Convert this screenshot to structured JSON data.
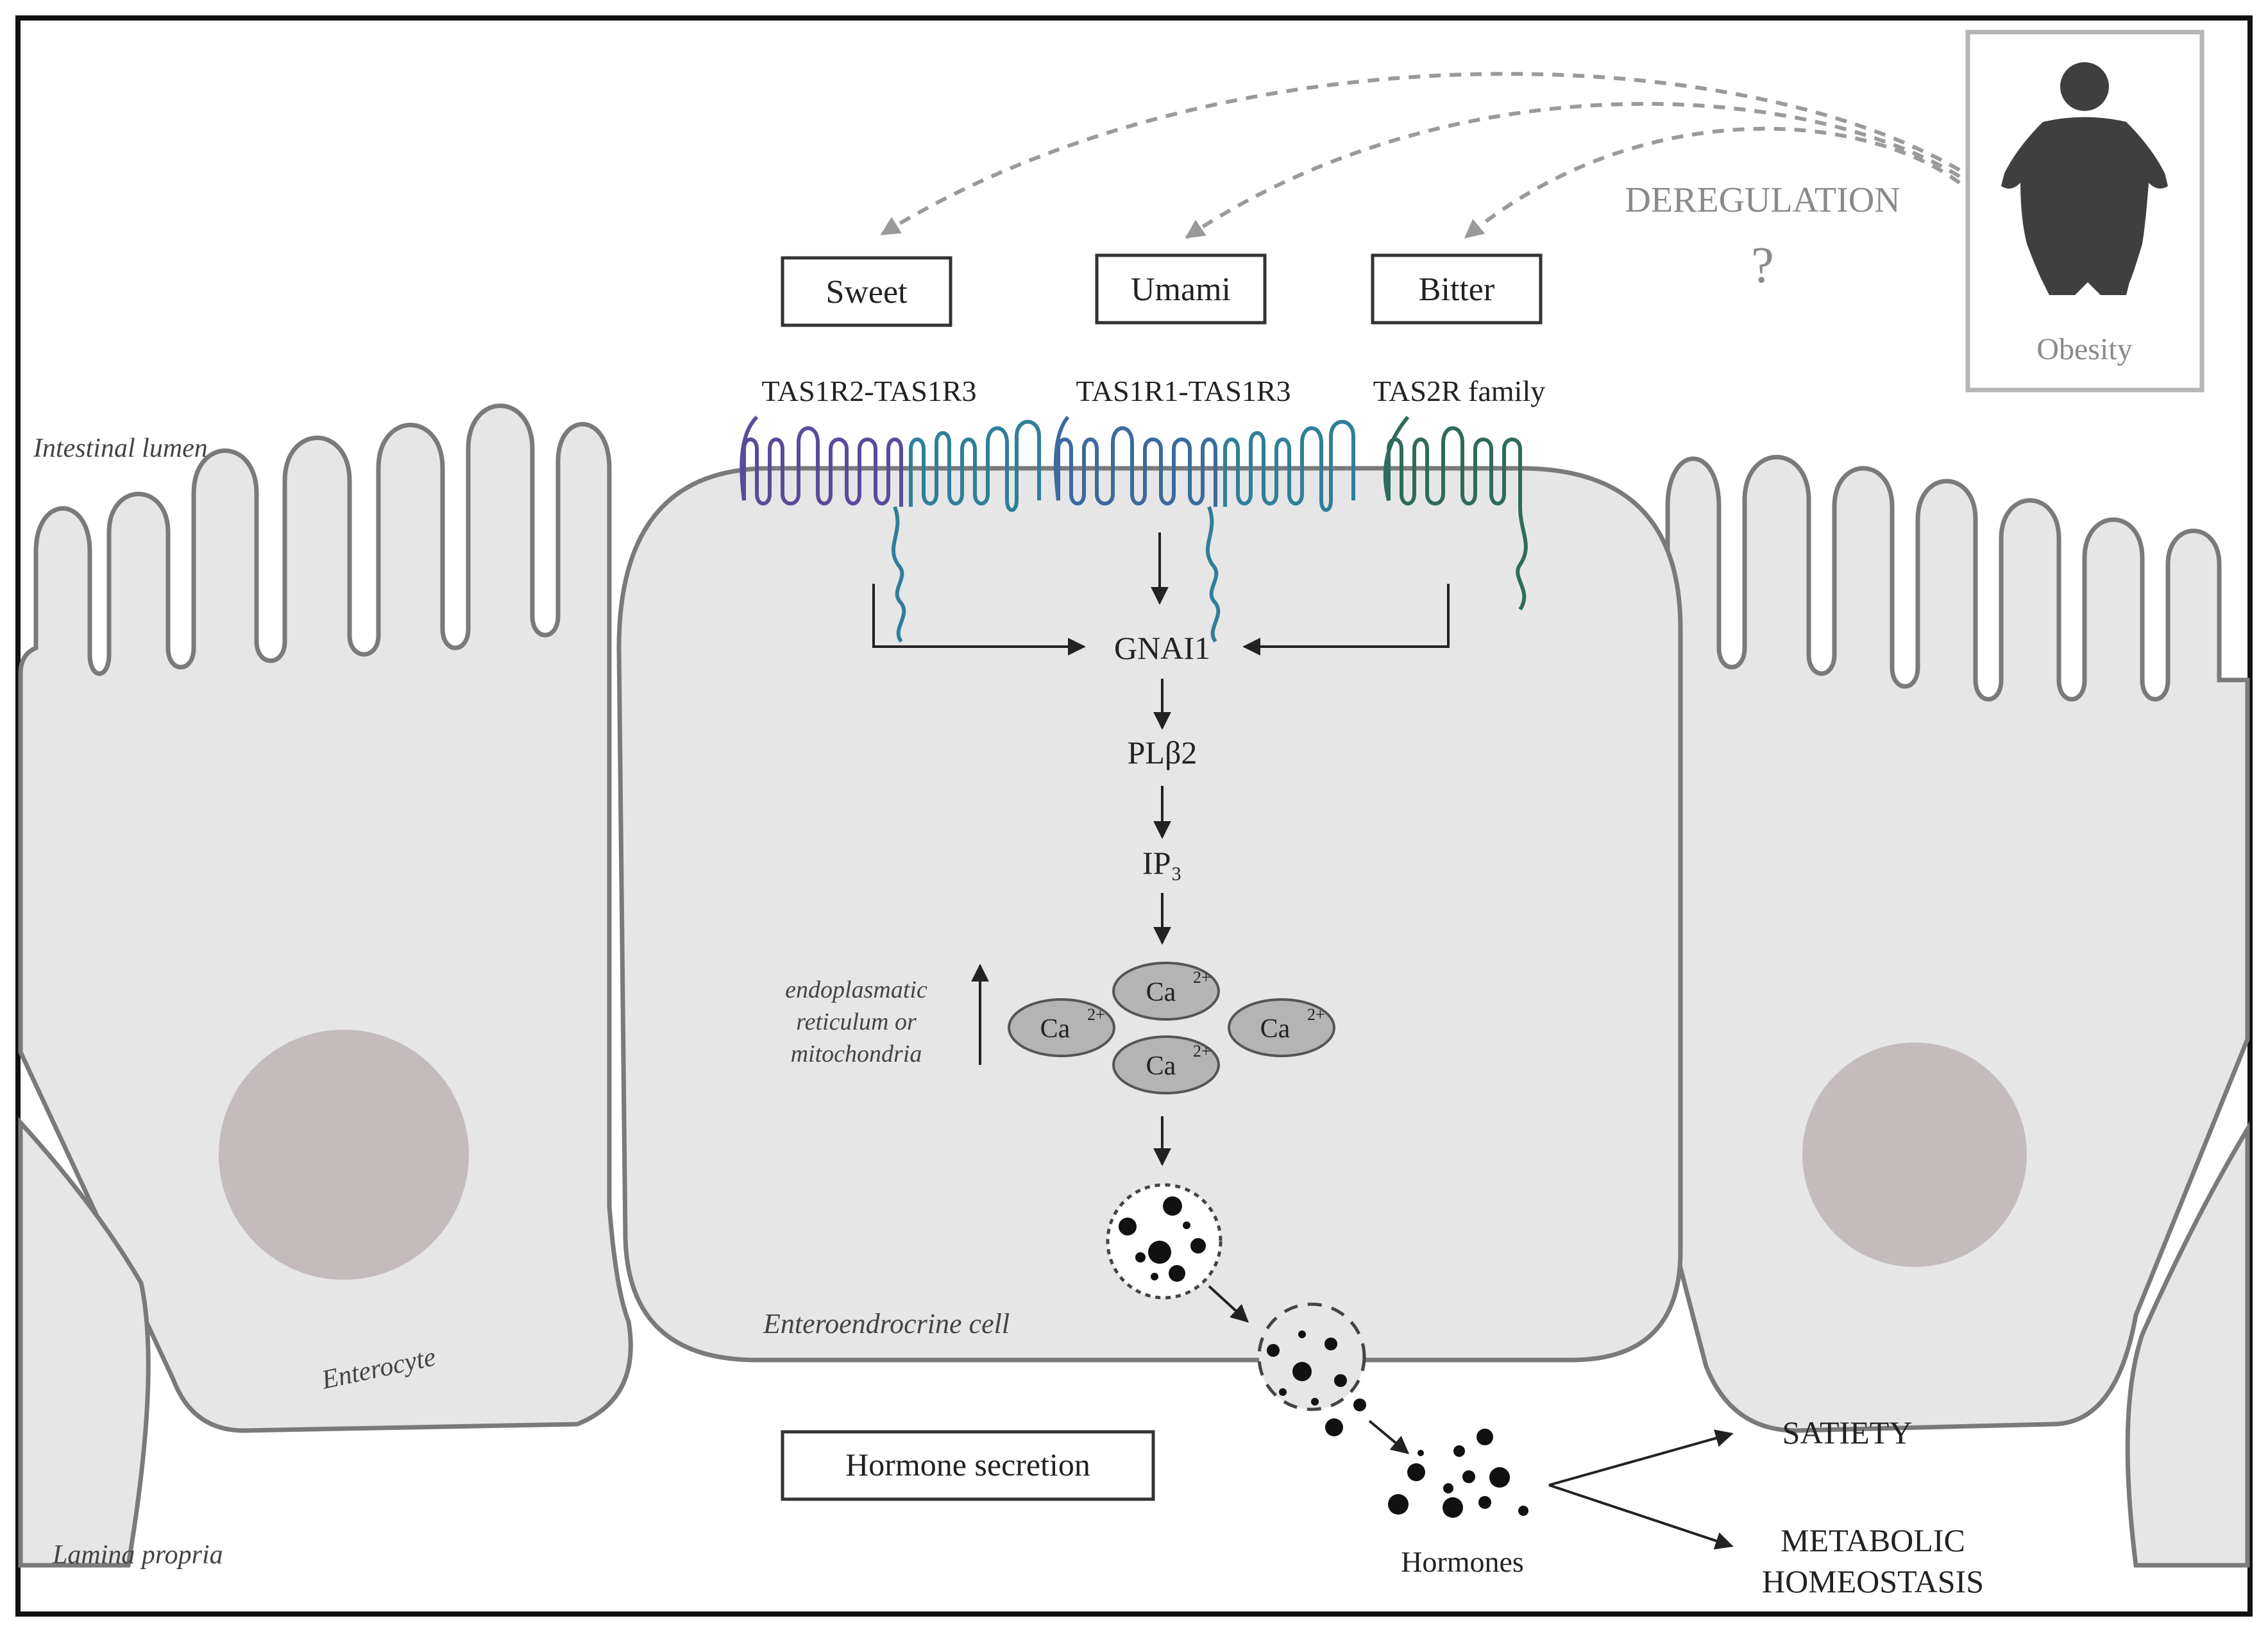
{
  "labels": {
    "intestinal_lumen": "Intestinal lumen",
    "lamina_propria": "Lamina propria",
    "enterocyte": "Enterocyte",
    "enteroendocrine_cell": "Enteroendrocrine cell",
    "deregulation": "DEREGULATION",
    "question": "?",
    "obesity": "Obesity"
  },
  "tastes": [
    {
      "name": "Sweet",
      "receptor": "TAS1R2-TAS1R3"
    },
    {
      "name": "Umami",
      "receptor": "TAS1R1-TAS1R3"
    },
    {
      "name": "Bitter",
      "receptor": "TAS2R family"
    }
  ],
  "pathway": {
    "gnai": "GNAI1",
    "plb": "PLβ2",
    "ip": "IP₃",
    "ca_ion": "Ca",
    "ca_charge": "2+",
    "store_lines": [
      "endoplasmatic",
      "reticulum or",
      "mitochondria"
    ]
  },
  "outputs": {
    "hormone_secretion": "Hormone secretion",
    "hormones": "Hormones",
    "satiety": "SATIETY",
    "metabolic_lines": [
      "METABOLIC",
      "HOMEOSTASIS"
    ]
  },
  "colors": {
    "tas1r2": "#5b4a9c",
    "tas1r3": "#2f7f99",
    "tas1r1": "#3a6aa0",
    "tas2r": "#2e6b5c",
    "cell_fill": "#e6e6e6",
    "nucleus": "#c4bcbc",
    "calcium": "#b4b4b4"
  }
}
